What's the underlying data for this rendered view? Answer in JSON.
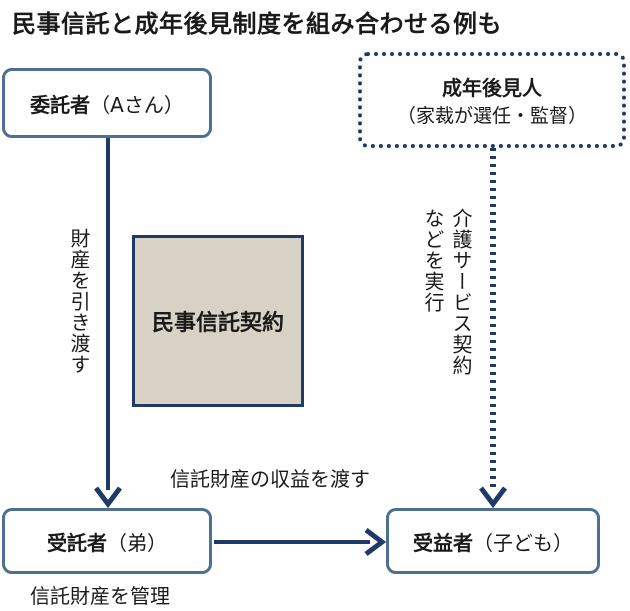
{
  "title": "民事信託と成年後見制度を組み合わせる例も",
  "entrustor": {
    "name": "委託者",
    "note": "（Aさん）"
  },
  "guardian": {
    "name": "成年後見人",
    "note": "（家裁が選任・監督）"
  },
  "trustee": {
    "name": "受託者",
    "note": "（弟）"
  },
  "beneficiary": {
    "name": "受益者",
    "note": "（子ども）"
  },
  "contract_label": "民事信託契約",
  "transfer_label": "財産を引き渡す",
  "care_label_1": "介護サービス契約",
  "care_label_2": "などを実行",
  "income_label": "信託財産の収益を渡す",
  "manage_label": "信託財産を管理",
  "colors": {
    "box_border": "#4d6f92",
    "arrow": "#1f3a66",
    "contract_fill": "#d7d2c5"
  }
}
